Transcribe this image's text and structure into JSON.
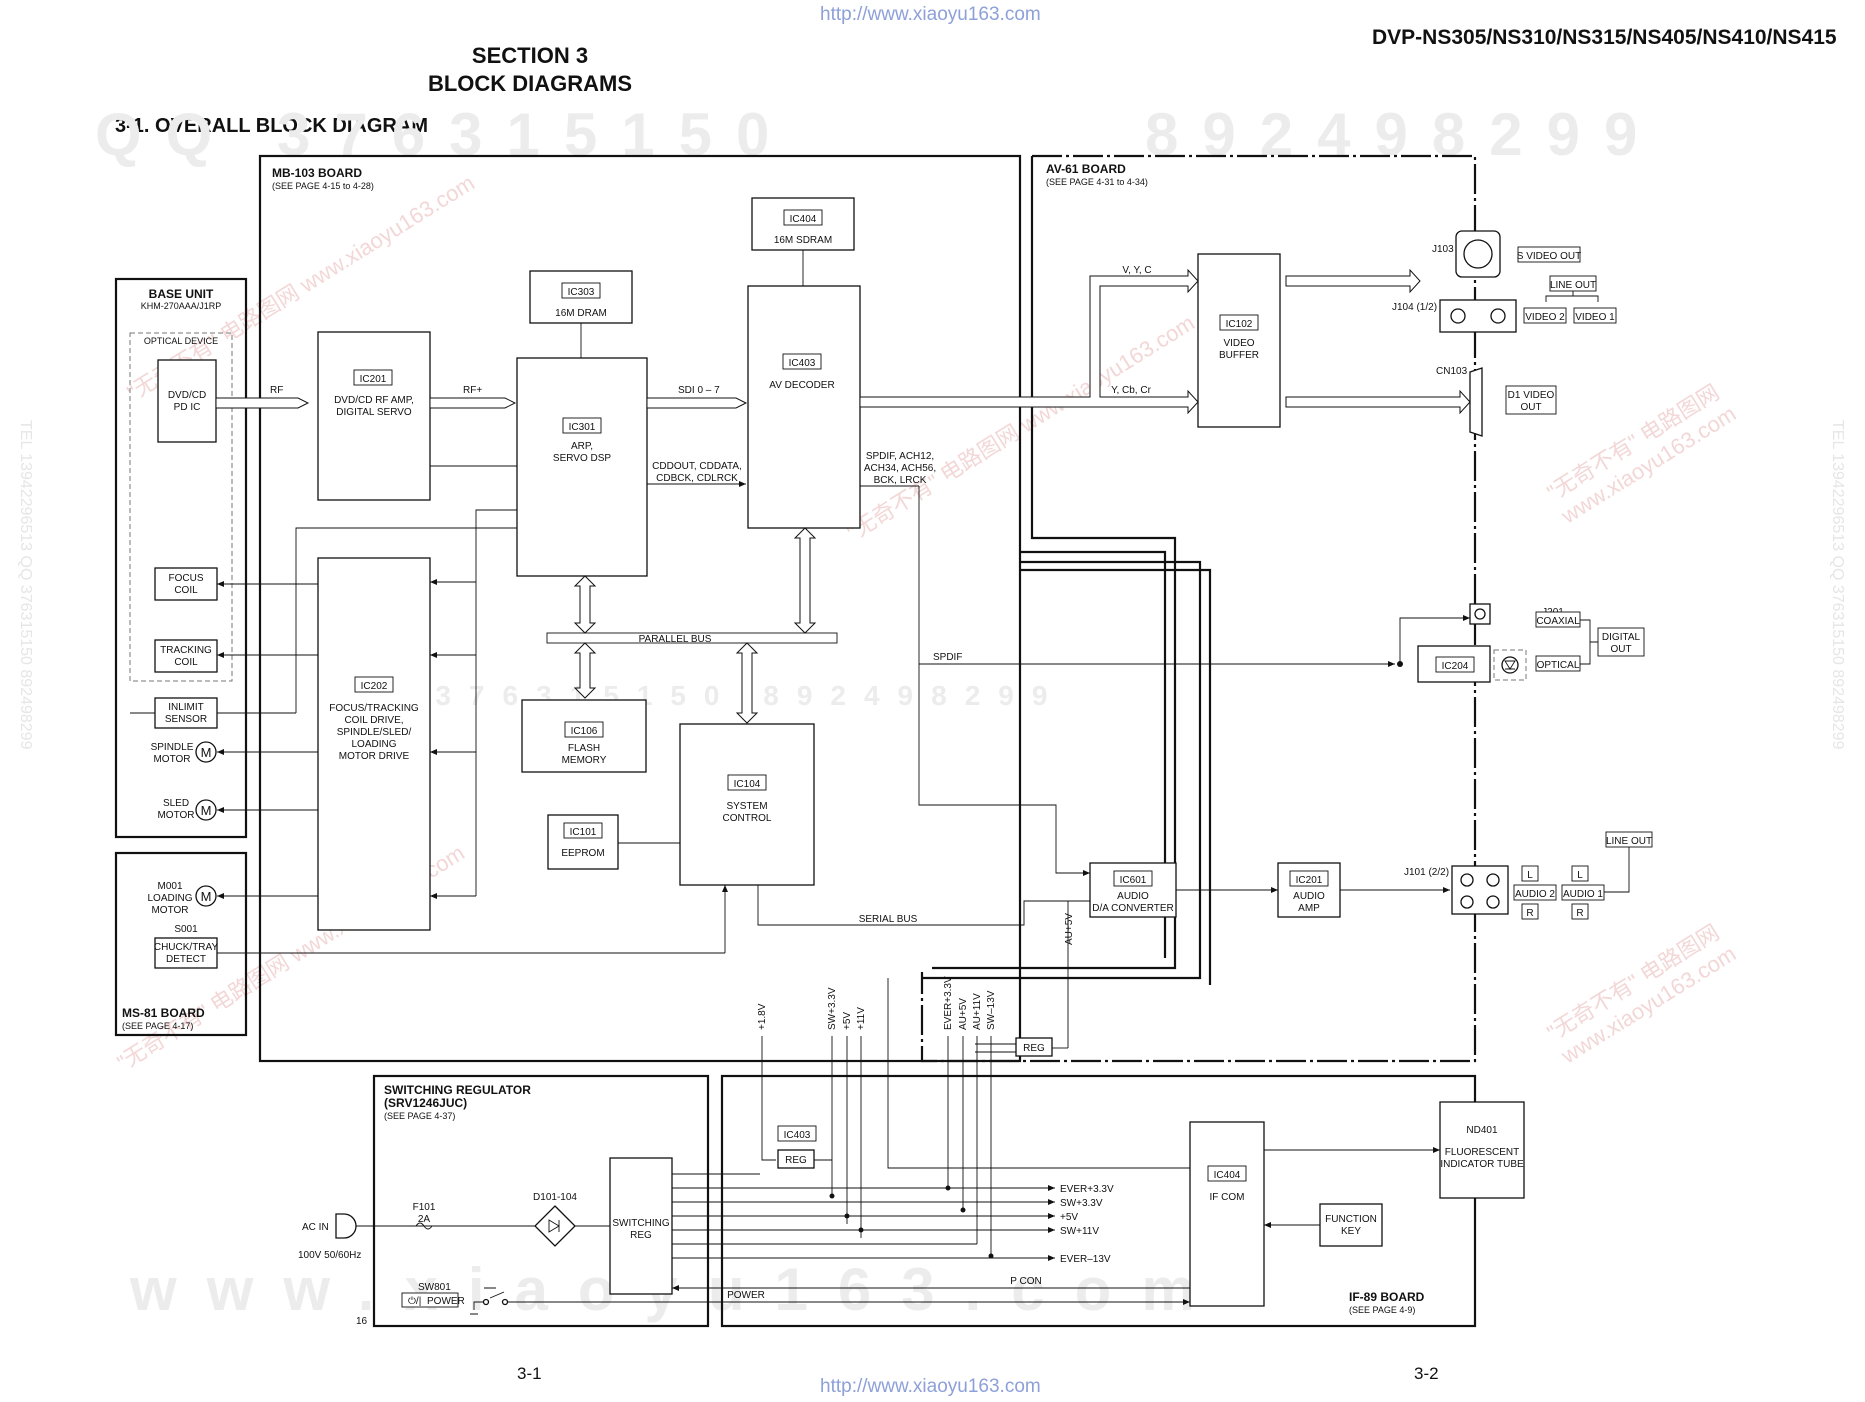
{
  "header": {
    "url_top": "http://www.xiaoyu163.com",
    "url_bottom": "http://www.xiaoyu163.com",
    "model": "DVP-NS305/NS310/NS315/NS405/NS410/NS415",
    "section_line1": "SECTION 3",
    "section_line2": "BLOCK DIAGRAMS",
    "subtitle": "3-1.  OVERALL BLOCK DIAGRAM",
    "page_left": "3-1",
    "page_right": "3-2"
  },
  "watermarks": {
    "digits_top_left": "QQ 376315150",
    "digits_top_right": "892498299",
    "digits_mid": "QQ 376315150 892498299",
    "site_bottom": "www.xiaoyu163.com",
    "cn_text": "\"无奇不有\" 电路图网 www.xiaoyu163.com",
    "side_left": "TEL 13942296513  QQ 376315150  892498299",
    "side_right": "TEL 13942296513  QQ 376315150  892498299"
  },
  "boards": {
    "base_unit": {
      "title": "BASE UNIT",
      "model": "KHM-270AAA/J1RP",
      "optical": "OPTICAL DEVICE"
    },
    "mb103": {
      "title": "MB-103 BOARD",
      "page": "(SEE PAGE 4-15 to 4-28)"
    },
    "av61": {
      "title": "AV-61 BOARD",
      "page": "(SEE PAGE 4-31 to 4-34)"
    },
    "ms81": {
      "title": "MS-81 BOARD",
      "page": "(SEE PAGE 4-17)"
    },
    "switching": {
      "title1": "SWITCHING REGULATOR",
      "title2": "(SRV1246JUC)",
      "page": "(SEE PAGE 4-37)"
    },
    "if89": {
      "title": "IF-89 BOARD",
      "page": "(SEE PAGE 4-9)"
    }
  },
  "blocks": {
    "pd_ic": {
      "l1": "DVD/CD",
      "l2": "PD IC"
    },
    "ic201": {
      "tag": "IC201",
      "l1": "DVD/CD RF AMP,",
      "l2": "DIGITAL SERVO"
    },
    "ic303": {
      "tag": "IC303",
      "l1": "16M DRAM"
    },
    "ic301": {
      "tag": "IC301",
      "l1": "ARP,",
      "l2": "SERVO DSP"
    },
    "ic404_top": {
      "tag": "IC404",
      "l1": "16M  SDRAM"
    },
    "ic403_top": {
      "tag": "IC403",
      "l1": "AV DECODER"
    },
    "ic202": {
      "tag": "IC202",
      "l1": "FOCUS/TRACKING",
      "l2": "COIL DRIVE,",
      "l3": "SPINDLE/SLED/",
      "l4": "LOADING",
      "l5": "MOTOR DRIVE"
    },
    "ic106": {
      "tag": "IC106",
      "l1": "FLASH",
      "l2": "MEMORY"
    },
    "ic104": {
      "tag": "IC104",
      "l1": "SYSTEM",
      "l2": "CONTROL"
    },
    "ic101": {
      "tag": "IC101",
      "l1": "EEPROM"
    },
    "ic102": {
      "tag": "IC102",
      "l1": "VIDEO",
      "l2": "BUFFER"
    },
    "ic204": {
      "tag": "IC204"
    },
    "ic601": {
      "tag": "IC601",
      "l1": "AUDIO",
      "l2": "D/A CONVERTER"
    },
    "ic201_av": {
      "tag": "IC201",
      "l1": "AUDIO",
      "l2": "AMP"
    },
    "switching_reg": {
      "l1": "SWITCHING",
      "l2": "REG"
    },
    "ic403_bot": {
      "tag": "IC403",
      "l1": "REG"
    },
    "ic404_bot": {
      "tag": "IC404",
      "l1": "IF COM"
    },
    "nd401": {
      "l1": "ND401",
      "l2": "FLUORESCENT",
      "l3": "INDICATOR TUBE"
    },
    "function_key": {
      "l1": "FUNCTION",
      "l2": "KEY"
    },
    "reg_small": {
      "l1": "REG"
    }
  },
  "parts": {
    "focus_coil": {
      "l1": "FOCUS",
      "l2": "COIL"
    },
    "tracking_coil": {
      "l1": "TRACKING",
      "l2": "COIL"
    },
    "inlimit_sensor": {
      "l1": "INLIMIT",
      "l2": "SENSOR"
    },
    "spindle_motor": {
      "l1": "SPINDLE",
      "l2": "MOTOR"
    },
    "sled_motor": {
      "l1": "SLED",
      "l2": "MOTOR"
    },
    "loading_motor": {
      "l1": "M001",
      "l2": "LOADING",
      "l3": "MOTOR"
    },
    "chuck_tray": {
      "ref": "S001",
      "l1": "CHUCK/TRAY",
      "l2": "DETECT"
    },
    "motor_symbol": "M",
    "j103": "J103",
    "s_video_out": "S VIDEO OUT",
    "line_out_top": "LINE OUT",
    "j104": "J104 (1/2)",
    "video2": "VIDEO 2",
    "video1": "VIDEO 1",
    "cn103": "CN103",
    "d1_video_out_l1": "D1 VIDEO",
    "d1_video_out_l2": "OUT",
    "j201": "J201",
    "coaxial": "COAXIAL",
    "optical": "OPTICAL",
    "digital_out_l1": "DIGITAL",
    "digital_out_l2": "OUT",
    "line_out_bot": "LINE OUT",
    "j101": "J101 (2/2)",
    "audio2": "AUDIO 2",
    "audio1": "AUDIO 1",
    "l": "L",
    "r": "R",
    "ac_in": "AC IN",
    "ac_volt": "100V 50/60Hz",
    "f101": "F101",
    "f101_val": "2A",
    "d101": "D101-104",
    "sw801": "SW801",
    "power_btn": "POWER",
    "num16": "16"
  },
  "signals": {
    "rf": "RF",
    "rf_plus": "RF+",
    "sdi": "SDI 0 – 7",
    "cdd_l1": "CDDOUT, CDDATA,",
    "cdd_l2": "CDBCK, CDLRCK",
    "spdif_l1": "SPDIF, ACH12,",
    "spdif_l2": "ACH34, ACH56,",
    "spdif_l3": "BCK, LRCK",
    "parallel_bus": "PARALLEL BUS",
    "serial_bus": "SERIAL BUS",
    "spdif": "SPDIF",
    "vyc": "V, Y, C",
    "ycbcr": "Y, Cb, Cr",
    "au5v_top": "AU+5V",
    "p18v": "+1.8V",
    "sw33v": "SW+3.3V",
    "p5v": "+5V",
    "p11v": "+11V",
    "ever33v": "EVER+3.3V",
    "au5v": "AU+5V",
    "au11v": "AU+11V",
    "sw13v": "SW–13V",
    "ever33v_r": "EVER+3.3V",
    "sw33v_r": "SW+3.3V",
    "p5v_r": "+5V",
    "sw11v_r": "SW+11V",
    "ever13v_r": "EVER–13V",
    "p_con": "P CON",
    "power_sig": "POWER"
  }
}
